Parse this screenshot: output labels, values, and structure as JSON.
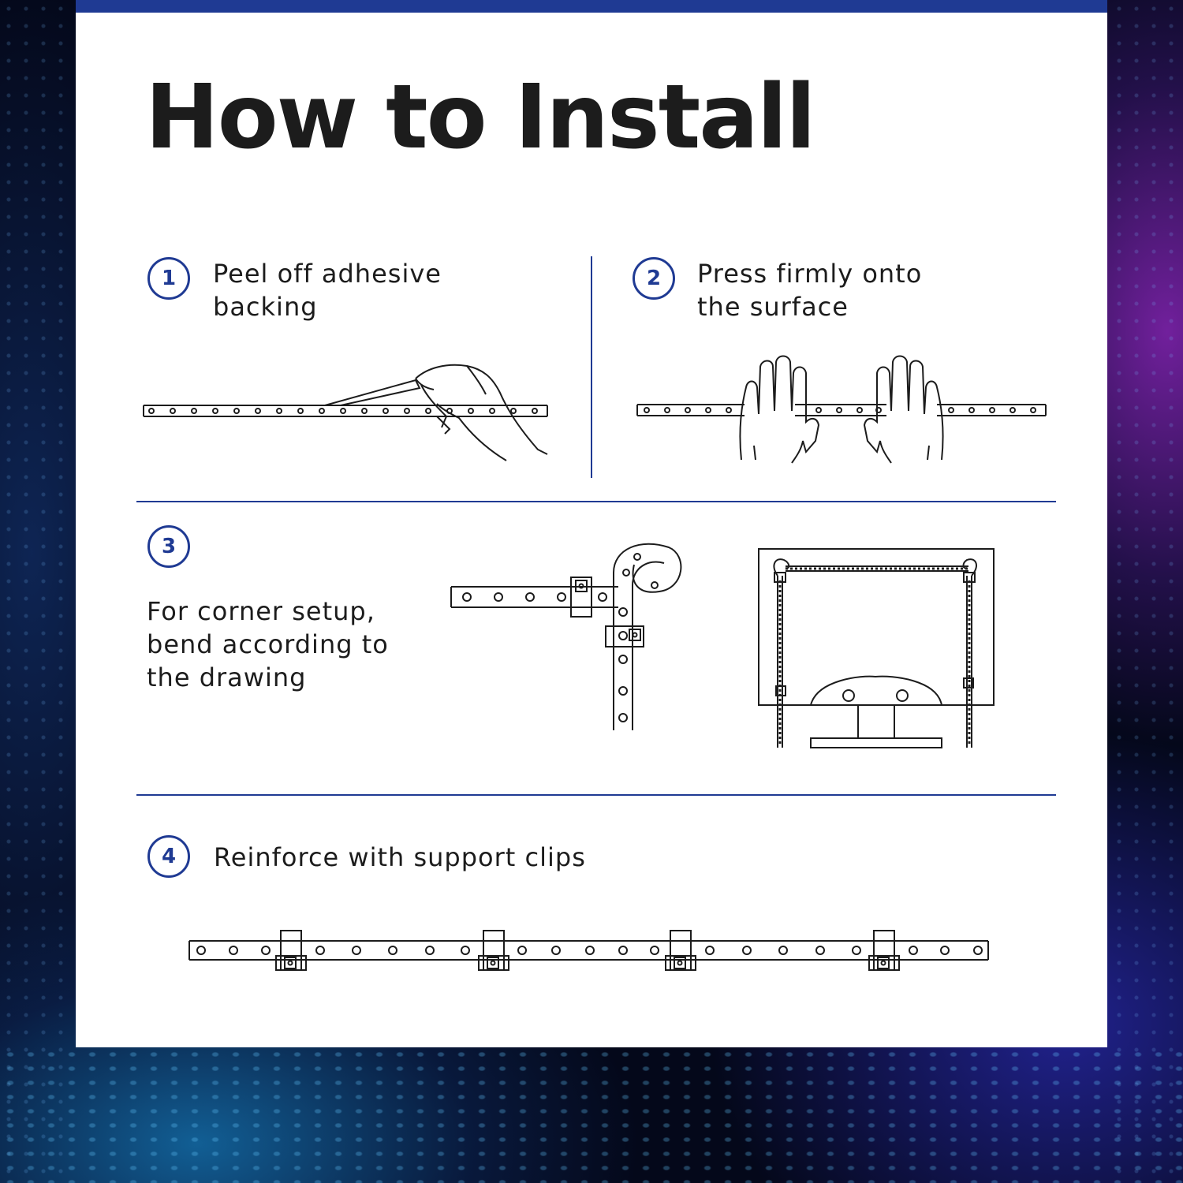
{
  "title": "How to Install",
  "steps": [
    {
      "number": "1",
      "text": "Peel off adhesive\nbacking"
    },
    {
      "number": "2",
      "text": "Press firmly onto\nthe surface"
    },
    {
      "number": "3",
      "text": "For corner setup,\nbend according to\nthe drawing"
    },
    {
      "number": "4",
      "text": "Reinforce with support clips"
    }
  ],
  "colors": {
    "accent": "#1f3a93",
    "text": "#1c1c1c",
    "panel": "#ffffff"
  }
}
